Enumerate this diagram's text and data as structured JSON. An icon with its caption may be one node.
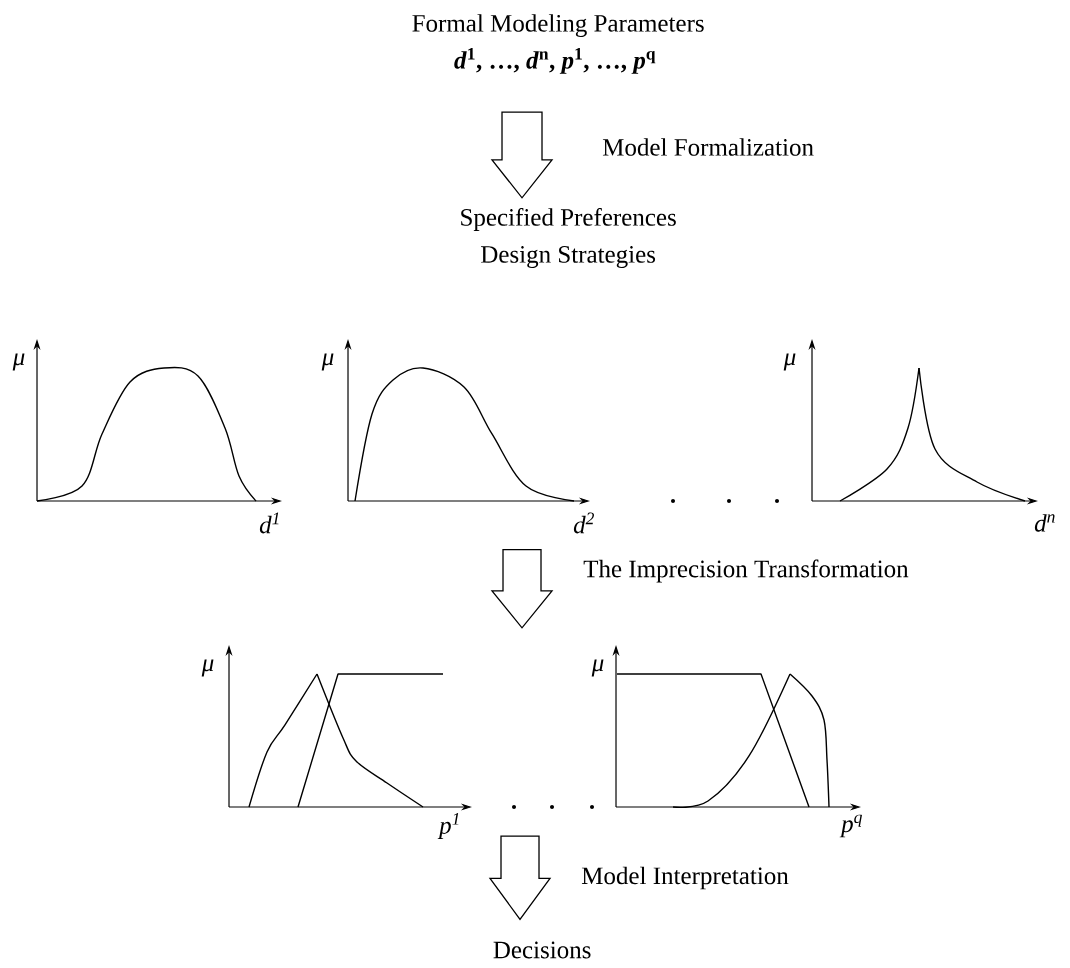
{
  "diagram": {
    "nodes": [
      {
        "text": [
          "Formal Modeling Parameters",
          "*d*$^{1}$, …, *d*$^{n}$, *p*$^{1}$, …, *p*$^{q}$"
        ]
      },
      {
        "text": [
          "Specified Preferences",
          "Design Strategies"
        ]
      },
      {
        "text": [],
        "shape": "picture"
      },
      {
        "text": [],
        "shape": "picture"
      },
      {
        "text": [
          "Decisions"
        ]
      }
    ],
    "edges": [
      {
        "from": 0,
        "to": 1,
        "arrow": "to",
        "label": "Model Formalization"
      },
      {
        "from": 2,
        "to": 3,
        "arrow": "to",
        "label": "The Imprecision Transformation"
      },
      {
        "from": 3,
        "to": 4,
        "arrow": "to",
        "label": "Model Interpretation"
      }
    ],
    "labels": [
      "μ",
      "μ",
      "μ",
      "d$^{1}$",
      "d$^{2}$",
      "d$^{n}$",
      "μ",
      "μ",
      "p$^{1}$",
      "p$^{q}$"
    ]
  }
}
